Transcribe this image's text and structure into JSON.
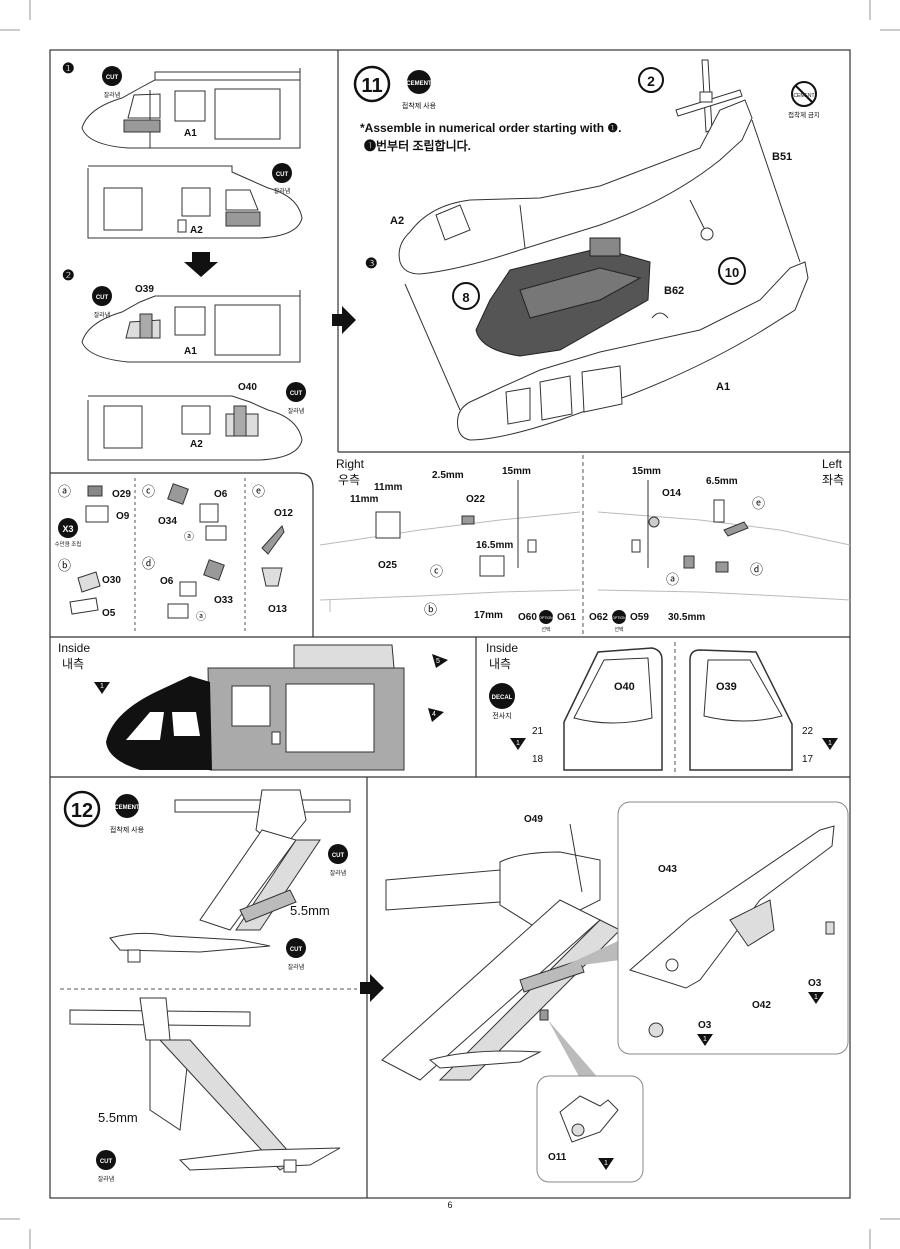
{
  "page_number": "6",
  "cut_badge": "CUT",
  "cut_label": "잘라냄",
  "cement_badge": "CEMENT",
  "cement_label": "접착제 사용",
  "no_cement_label": "접착제 금지",
  "option_badge": "OPTION",
  "option_label": "선택",
  "decal_badge": "DECAL",
  "decal_label": "전사지",
  "x3_badge": "X3",
  "x3_label": "수만큼 조립",
  "panel_a": {
    "step1": "❶",
    "step2": "❷",
    "parts": {
      "a1": "A1",
      "a2": "A2",
      "o39": "O39",
      "o40": "O40"
    }
  },
  "step11": {
    "number": "11",
    "instruction_en": "*Assemble in numerical order starting with ❶.",
    "instruction_ko": "❶번부터 조립합니다.",
    "callouts": [
      "2",
      "8",
      "10"
    ],
    "step3": "❸",
    "parts": {
      "a2": "A2",
      "a1": "A1",
      "b51": "B51",
      "b62": "B62"
    }
  },
  "subassemblies": {
    "a": {
      "tag": "ⓐ",
      "parts": [
        "O29",
        "O9"
      ]
    },
    "b": {
      "tag": "ⓑ",
      "parts": [
        "O30",
        "O5"
      ]
    },
    "c": {
      "tag": "ⓒ",
      "parts": [
        "O34",
        "O6"
      ],
      "ref": "ⓐ"
    },
    "d": {
      "tag": "ⓓ",
      "parts": [
        "O6",
        "O33"
      ],
      "ref": "ⓐ"
    },
    "e": {
      "tag": "ⓔ",
      "parts": [
        "O12",
        "O13"
      ]
    }
  },
  "side_right": {
    "title_en": "Right",
    "title_ko": "우측",
    "dims": [
      "11mm",
      "11mm",
      "2.5mm",
      "15mm",
      "16.5mm",
      "17mm"
    ],
    "parts": [
      "O25",
      "O22",
      "O60",
      "O61"
    ],
    "tags": [
      "ⓒ",
      "ⓑ"
    ]
  },
  "side_left": {
    "title_en": "Left",
    "title_ko": "좌측",
    "dims": [
      "15mm",
      "6.5mm",
      "30.5mm"
    ],
    "parts": [
      "O14",
      "O62",
      "O59"
    ],
    "tags": [
      "ⓔ",
      "ⓐ",
      "ⓓ"
    ]
  },
  "inside_left": {
    "title_en": "Inside",
    "title_ko": "내측",
    "marks": [
      "1",
      "4",
      "5"
    ]
  },
  "inside_right": {
    "title_en": "Inside",
    "title_ko": "내측",
    "windows": [
      "O40",
      "O39"
    ],
    "decals_left": [
      "21",
      "18"
    ],
    "decals_right": [
      "22",
      "17"
    ],
    "mark": "1"
  },
  "step12": {
    "number": "12",
    "dim": "5.5mm",
    "parts": [
      "O49",
      "O43",
      "O42",
      "O3",
      "O3",
      "O11"
    ],
    "mark": "1"
  }
}
